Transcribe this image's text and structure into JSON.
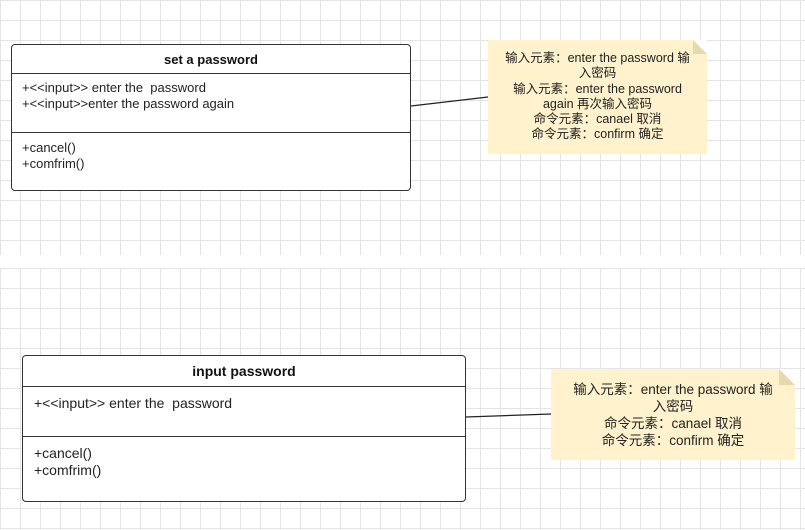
{
  "diagram": {
    "class_set_password": {
      "title": "set a password",
      "attributes": [
        "+<<input>> enter the  password",
        "+<<input>>enter the password again"
      ],
      "operations": [
        "+cancel()",
        "+comfrim()"
      ]
    },
    "note_set_password": {
      "lines": [
        "输入元素：enter the password 输",
        "入密码",
        "输入元素：enter the password",
        "again 再次输入密码",
        "命令元素：canael 取消",
        "命令元素：confirm 确定"
      ]
    },
    "class_input_password": {
      "title": "input password",
      "attributes": [
        "+<<input>> enter the  password"
      ],
      "operations": [
        "+cancel()",
        "+comfrim()"
      ]
    },
    "note_input_password": {
      "lines": [
        "输入元素：enter the password 输",
        "入密码",
        "命令元素：canael 取消",
        "命令元素：confirm 确定"
      ]
    }
  },
  "colors": {
    "note_fill": "#fff2cc",
    "border": "#333333",
    "grid": "#e4e4e4"
  }
}
